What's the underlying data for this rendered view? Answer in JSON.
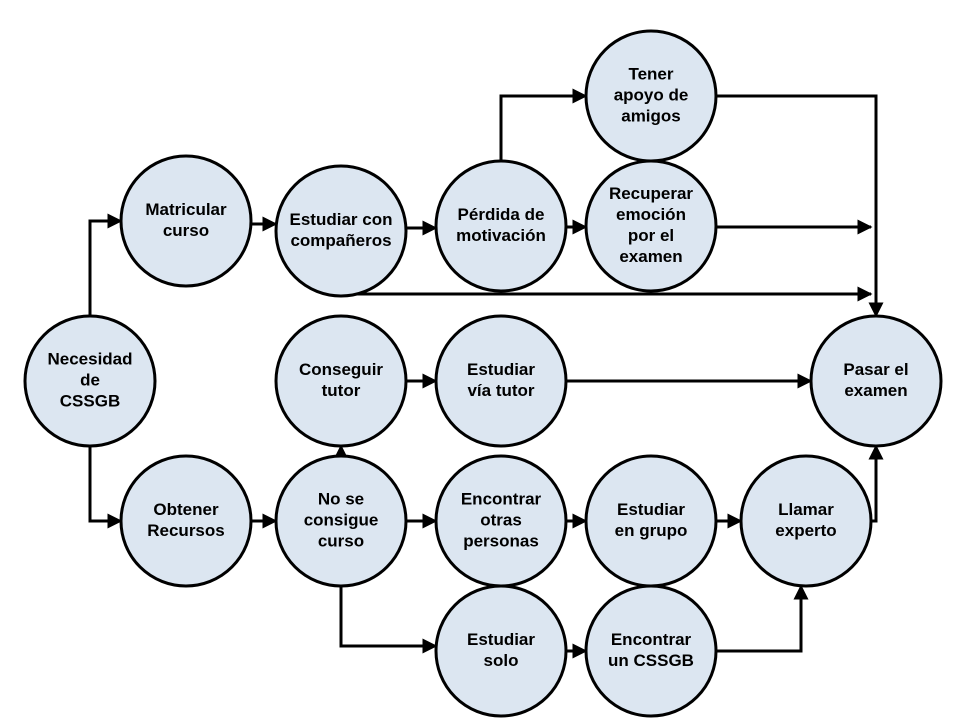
{
  "colors": {
    "node_fill": "#dce6f1",
    "stroke": "#000000",
    "text": "#000000"
  },
  "nodes": [
    {
      "id": "necesidad",
      "lines": [
        "Necesidad",
        "de",
        "CSSGB"
      ]
    },
    {
      "id": "matricular",
      "lines": [
        "Matricular",
        "curso"
      ]
    },
    {
      "id": "obtener",
      "lines": [
        "Obtener",
        "Recursos"
      ]
    },
    {
      "id": "estudiar-companeros",
      "lines": [
        "Estudiar con",
        "compañeros"
      ]
    },
    {
      "id": "perdida",
      "lines": [
        "Pérdida de",
        "motivación"
      ]
    },
    {
      "id": "tener-apoyo",
      "lines": [
        "Tener",
        "apoyo de",
        "amigos"
      ]
    },
    {
      "id": "recuperar",
      "lines": [
        "Recuperar",
        "emoción",
        "por el",
        "examen"
      ]
    },
    {
      "id": "conseguir-tutor",
      "lines": [
        "Conseguir",
        "tutor"
      ]
    },
    {
      "id": "estudiar-tutor",
      "lines": [
        "Estudiar",
        "vía tutor"
      ]
    },
    {
      "id": "no-se-consigue",
      "lines": [
        "No se",
        "consigue",
        "curso"
      ]
    },
    {
      "id": "encontrar-otras",
      "lines": [
        "Encontrar",
        "otras",
        "personas"
      ]
    },
    {
      "id": "estudiar-grupo",
      "lines": [
        "Estudiar",
        "en grupo"
      ]
    },
    {
      "id": "llamar-experto",
      "lines": [
        "Llamar",
        "experto"
      ]
    },
    {
      "id": "estudiar-solo",
      "lines": [
        "Estudiar",
        "solo"
      ]
    },
    {
      "id": "encontrar-cssgb",
      "lines": [
        "Encontrar",
        "un CSSGB"
      ]
    },
    {
      "id": "pasar-examen",
      "lines": [
        "Pasar el",
        "examen"
      ]
    }
  ],
  "edges": [
    {
      "from": "necesidad",
      "to": "matricular"
    },
    {
      "from": "necesidad",
      "to": "obtener"
    },
    {
      "from": "matricular",
      "to": "estudiar-companeros"
    },
    {
      "from": "estudiar-companeros",
      "to": "perdida"
    },
    {
      "from": "estudiar-companeros",
      "to": "pasar-examen"
    },
    {
      "from": "perdida",
      "to": "tener-apoyo"
    },
    {
      "from": "perdida",
      "to": "recuperar"
    },
    {
      "from": "tener-apoyo",
      "to": "pasar-examen"
    },
    {
      "from": "recuperar",
      "to": "pasar-examen"
    },
    {
      "from": "obtener",
      "to": "no-se-consigue"
    },
    {
      "from": "no-se-consigue",
      "to": "conseguir-tutor"
    },
    {
      "from": "conseguir-tutor",
      "to": "estudiar-tutor"
    },
    {
      "from": "estudiar-tutor",
      "to": "pasar-examen"
    },
    {
      "from": "no-se-consigue",
      "to": "encontrar-otras"
    },
    {
      "from": "encontrar-otras",
      "to": "estudiar-grupo"
    },
    {
      "from": "estudiar-grupo",
      "to": "llamar-experto"
    },
    {
      "from": "no-se-consigue",
      "to": "estudiar-solo"
    },
    {
      "from": "estudiar-solo",
      "to": "encontrar-cssgb"
    },
    {
      "from": "encontrar-cssgb",
      "to": "llamar-experto"
    },
    {
      "from": "llamar-experto",
      "to": "pasar-examen"
    }
  ]
}
